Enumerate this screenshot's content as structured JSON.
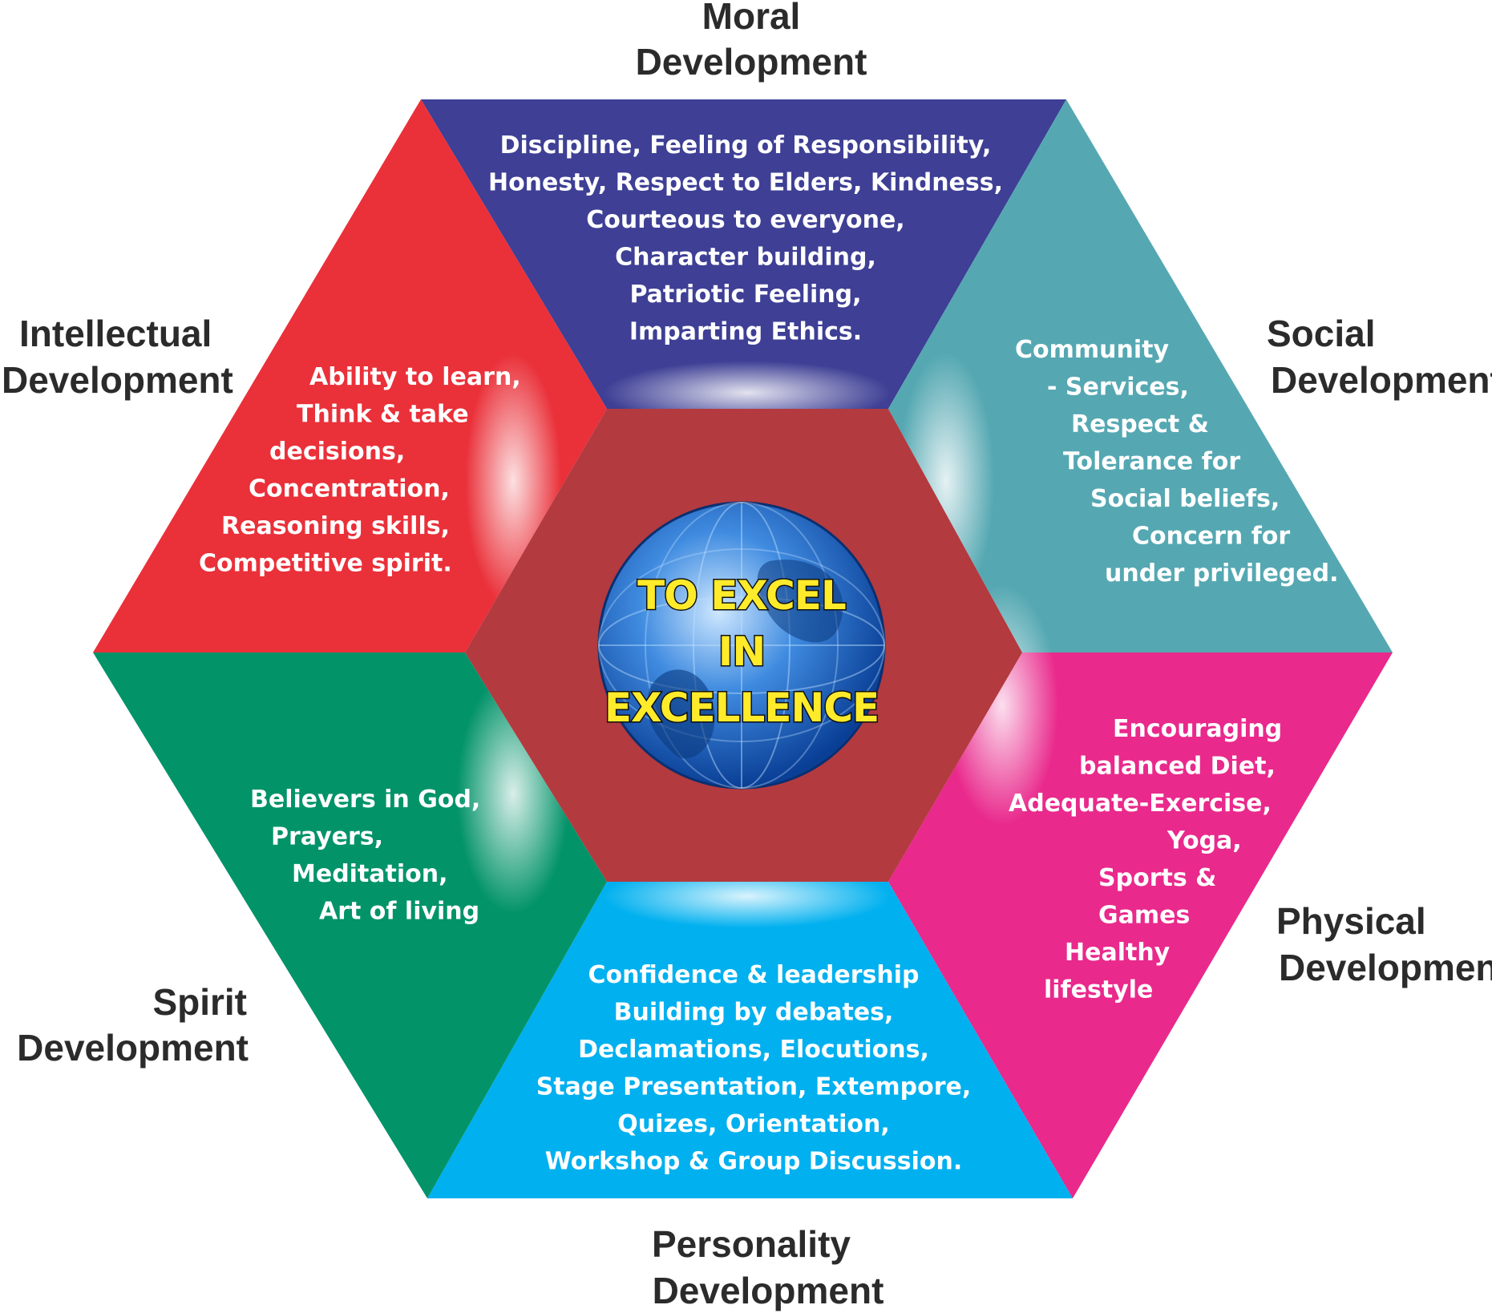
{
  "center": {
    "lines": [
      "TO EXCEL",
      "IN",
      "EXCELLENCE"
    ]
  },
  "segments": {
    "moral": {
      "color": "#3e3f95",
      "label": [
        "Moral",
        "Development"
      ],
      "items": [
        "Discipline, Feeling of Responsibility,",
        "Honesty, Respect to Elders, Kindness,",
        "Courteous to everyone,",
        "Character building,",
        "Patriotic Feeling,",
        "Imparting Ethics."
      ]
    },
    "social": {
      "color": "#55a8b2",
      "label": [
        "Social",
        "Development"
      ],
      "items": [
        "Community",
        "- Services,",
        "Respect &",
        "Tolerance for",
        "Social beliefs,",
        "Concern for",
        "under privileged."
      ]
    },
    "physical": {
      "color": "#e9298c",
      "label": [
        "Physical",
        "Development"
      ],
      "items": [
        "Encouraging",
        "balanced Diet,",
        "Adequate-Exercise,",
        "Yoga,",
        "Sports &",
        "Games",
        "Healthy",
        "lifestyle"
      ]
    },
    "personality": {
      "color": "#00b0ef",
      "label": [
        "Personality",
        "Development"
      ],
      "items": [
        "Confidence & leadership",
        "Building by debates,",
        "Declamations, Elocutions,",
        "Stage Presentation, Extempore,",
        "Quizes, Orientation,",
        "Workshop & Group Discussion."
      ]
    },
    "spirit": {
      "color": "#029369",
      "label": [
        "Spirit",
        "Development"
      ],
      "items": [
        "Believers in God,",
        "Prayers,",
        "Meditation,",
        "Art of living"
      ]
    },
    "intellectual": {
      "color": "#ea3039",
      "label": [
        "Intellectual",
        "Development"
      ],
      "items": [
        "Ability to learn,",
        "Think & take",
        "decisions,",
        "Concentration,",
        "Reasoning skills,",
        "Competitive spirit."
      ]
    }
  },
  "colors": {
    "inner_hexagon": "#b33a3f",
    "globe_light": "#9fd0ff",
    "globe_dark": "#0a3f96",
    "center_text": "#ffeb2a"
  }
}
